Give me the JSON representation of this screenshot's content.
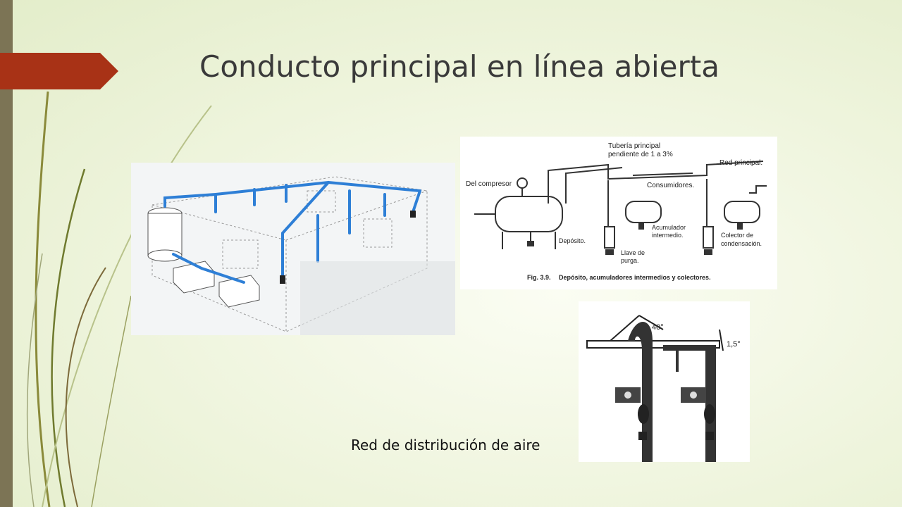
{
  "slide": {
    "title": "Conducto principal en línea abierta",
    "caption": "Red de distribución de aire"
  },
  "figure_b": {
    "label_tuberia": "Tubería principal",
    "label_pendiente": "pendiente de 1 a 3%",
    "label_red": "Red principal.",
    "label_compresor": "Del compresor",
    "label_consumidores": "Consumidores.",
    "label_acumulador_1": "Acumulador",
    "label_acumulador_2": "intermedio.",
    "label_colector_1": "Colector de",
    "label_colector_2": "condensación.",
    "label_deposito": "Depósito.",
    "label_llave_1": "Llave de",
    "label_llave_2": "purga.",
    "fig_number": "Fig. 3.9.",
    "fig_caption": "Depósito, acumuladores intermedios y colectores."
  },
  "figure_c": {
    "angle_label": "40°",
    "slope_label": "1,5°"
  },
  "colors": {
    "accent": "#a83216",
    "side_bar": "#7c7455",
    "pipe_blue": "#2e7fd6"
  }
}
